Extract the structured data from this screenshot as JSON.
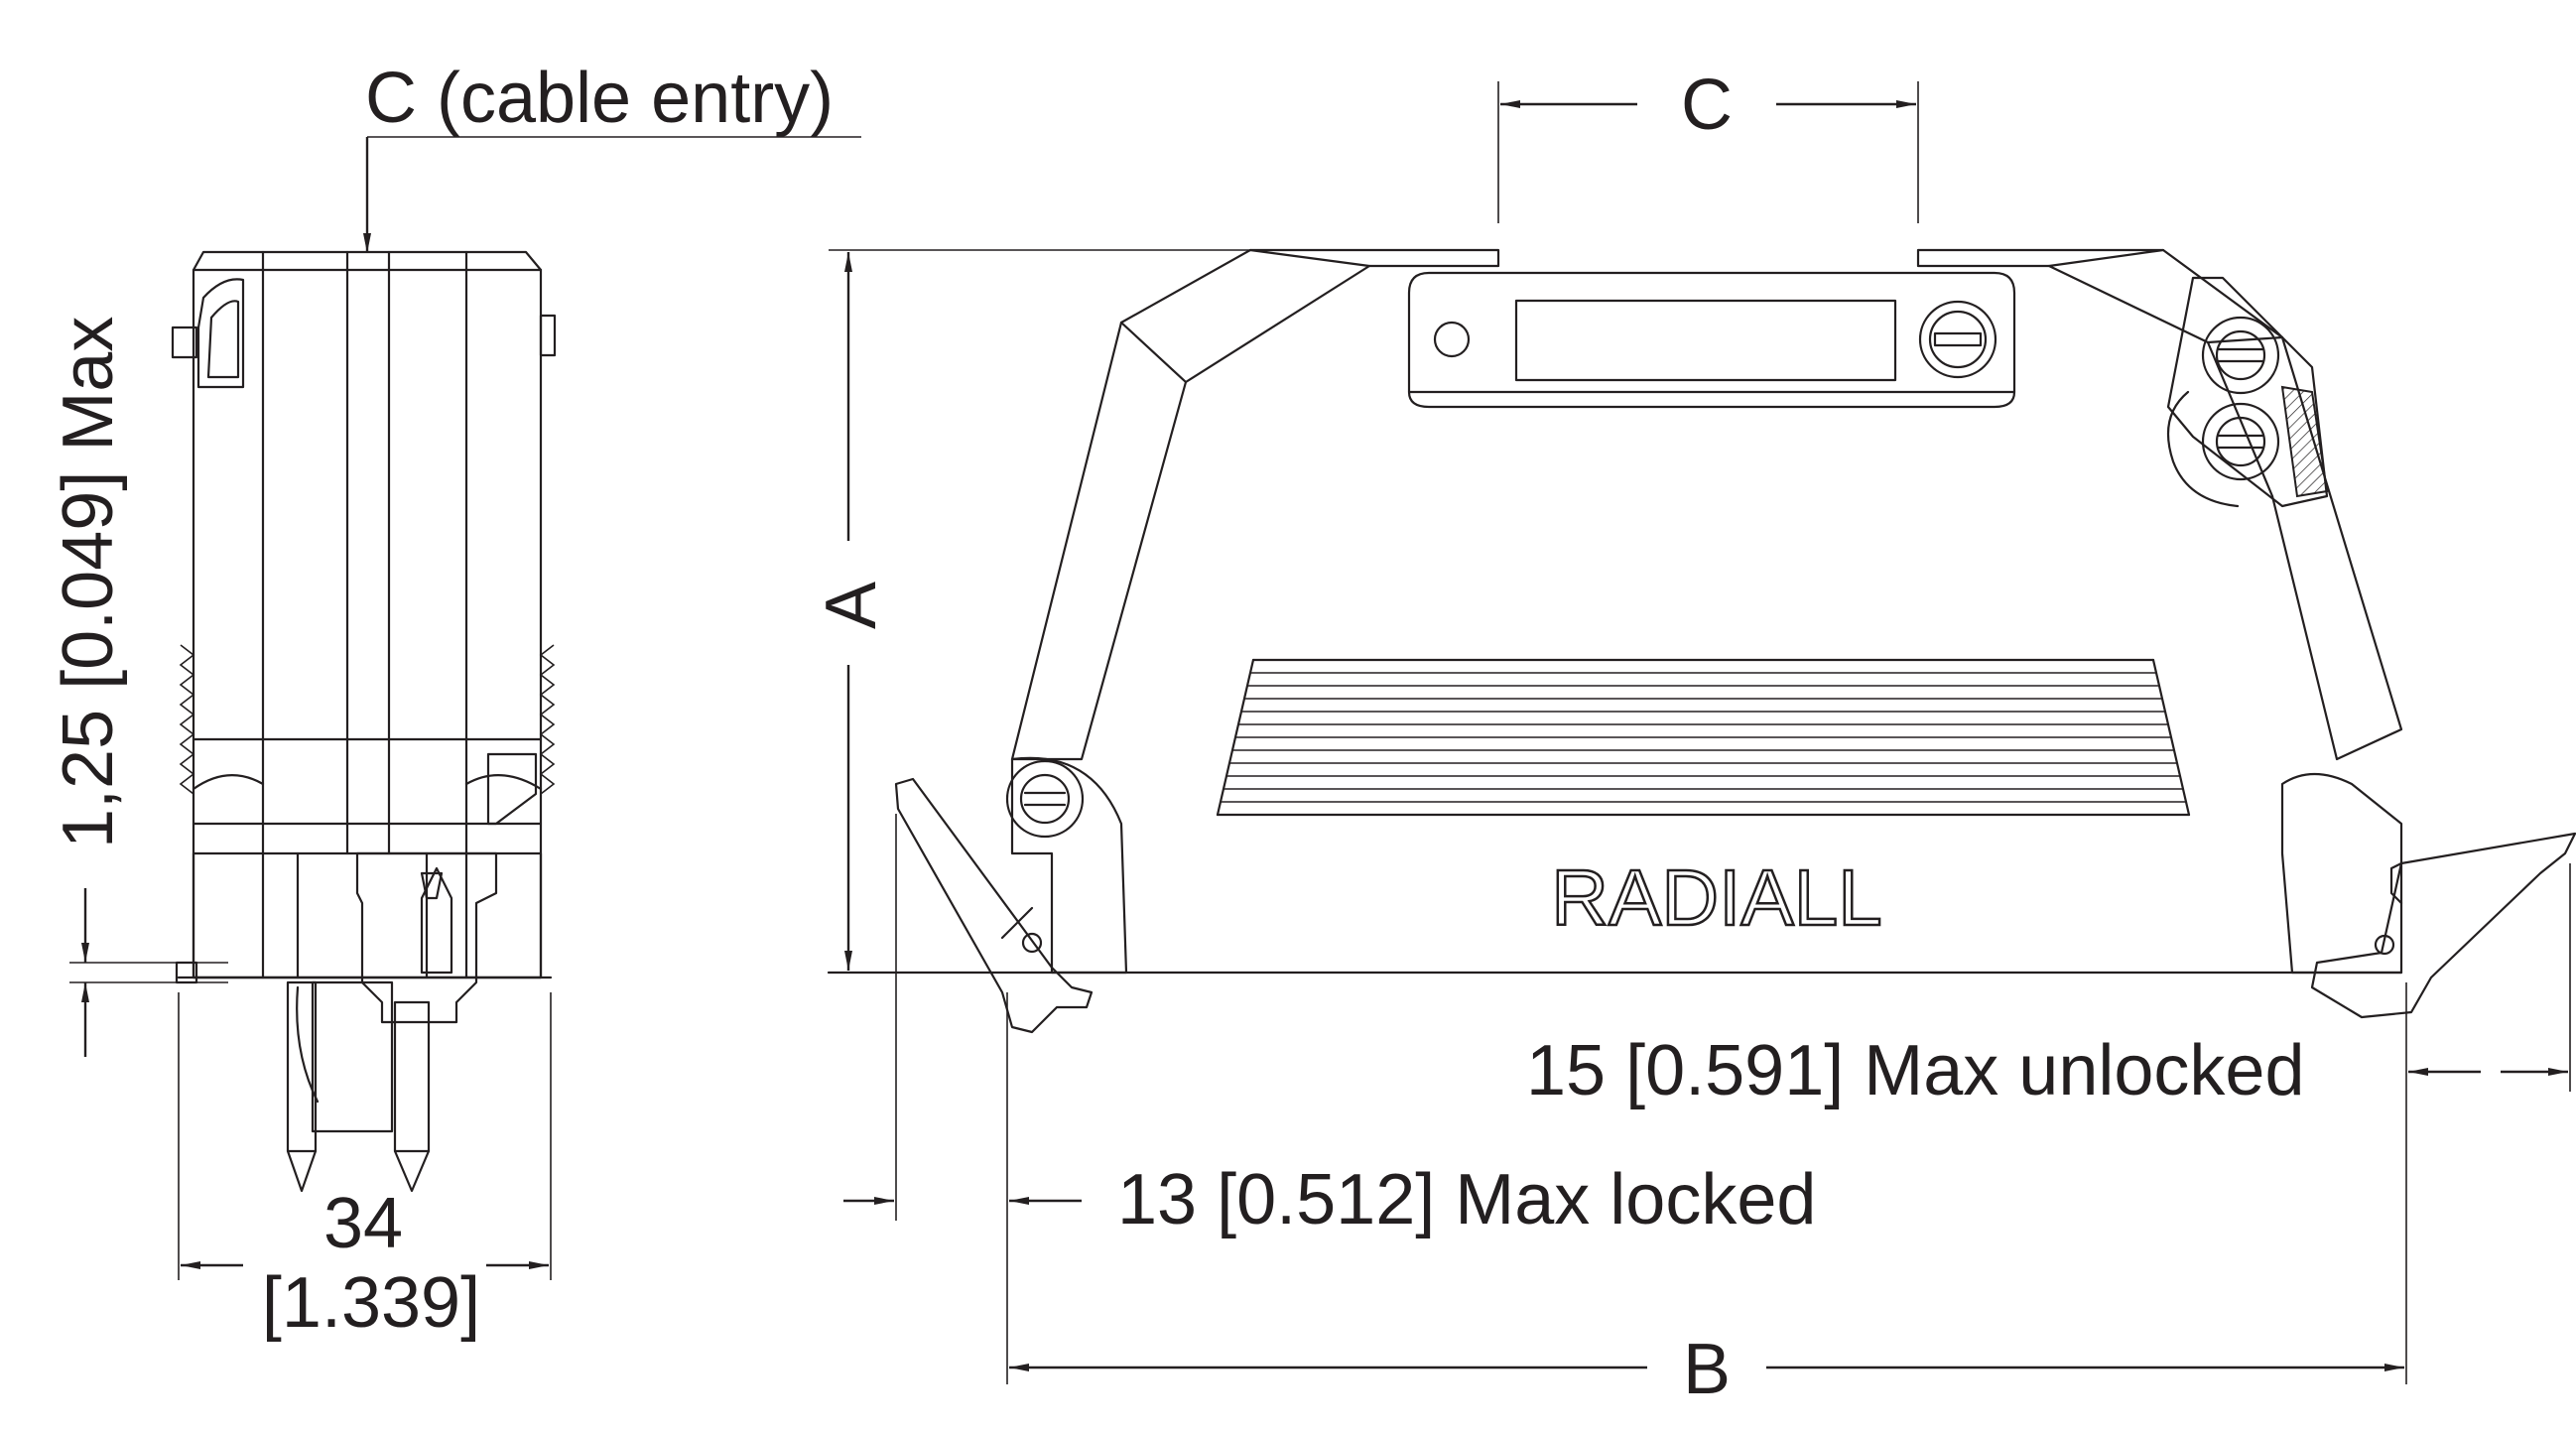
{
  "diagram": {
    "side_view": {
      "cable_entry_label": "C (cable entry)",
      "height_label": "1,25 [0.049] Max",
      "width_label_mm": "34",
      "width_label_in": "[1.339]"
    },
    "front_view": {
      "brand": "RADIALL",
      "dim_a": "A",
      "dim_b": "B",
      "dim_c": "C",
      "unlocked_label": "15 [0.591] Max unlocked",
      "locked_label": "13 [0.512] Max locked"
    },
    "line_color": "#231f20"
  }
}
